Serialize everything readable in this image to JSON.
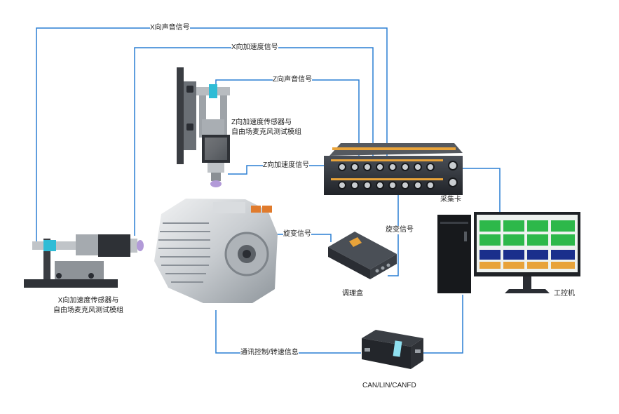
{
  "signals": {
    "x_sound": "X向声音信号",
    "x_accel": "X向加速度信号",
    "z_sound": "Z向声音信号",
    "z_accel": "Z向加速度信号",
    "resolver_left": "旋变信号",
    "resolver_right": "旋变信号",
    "comm": "通讯控制/转速信息"
  },
  "devices": {
    "z_module": [
      "Z向加速度传感器与",
      "自由场麦克风测试模组"
    ],
    "x_module": [
      "X向加速度传感器与",
      "自由场麦克风测试模组"
    ],
    "daq": "采集卡",
    "conditioner": "调理盒",
    "pc": "工控机",
    "can": "CAN/LIN/CANFD"
  },
  "colors": {
    "wire": "#2a7fd4",
    "orange": "#e8a33a",
    "dark": "#2a2d33"
  }
}
